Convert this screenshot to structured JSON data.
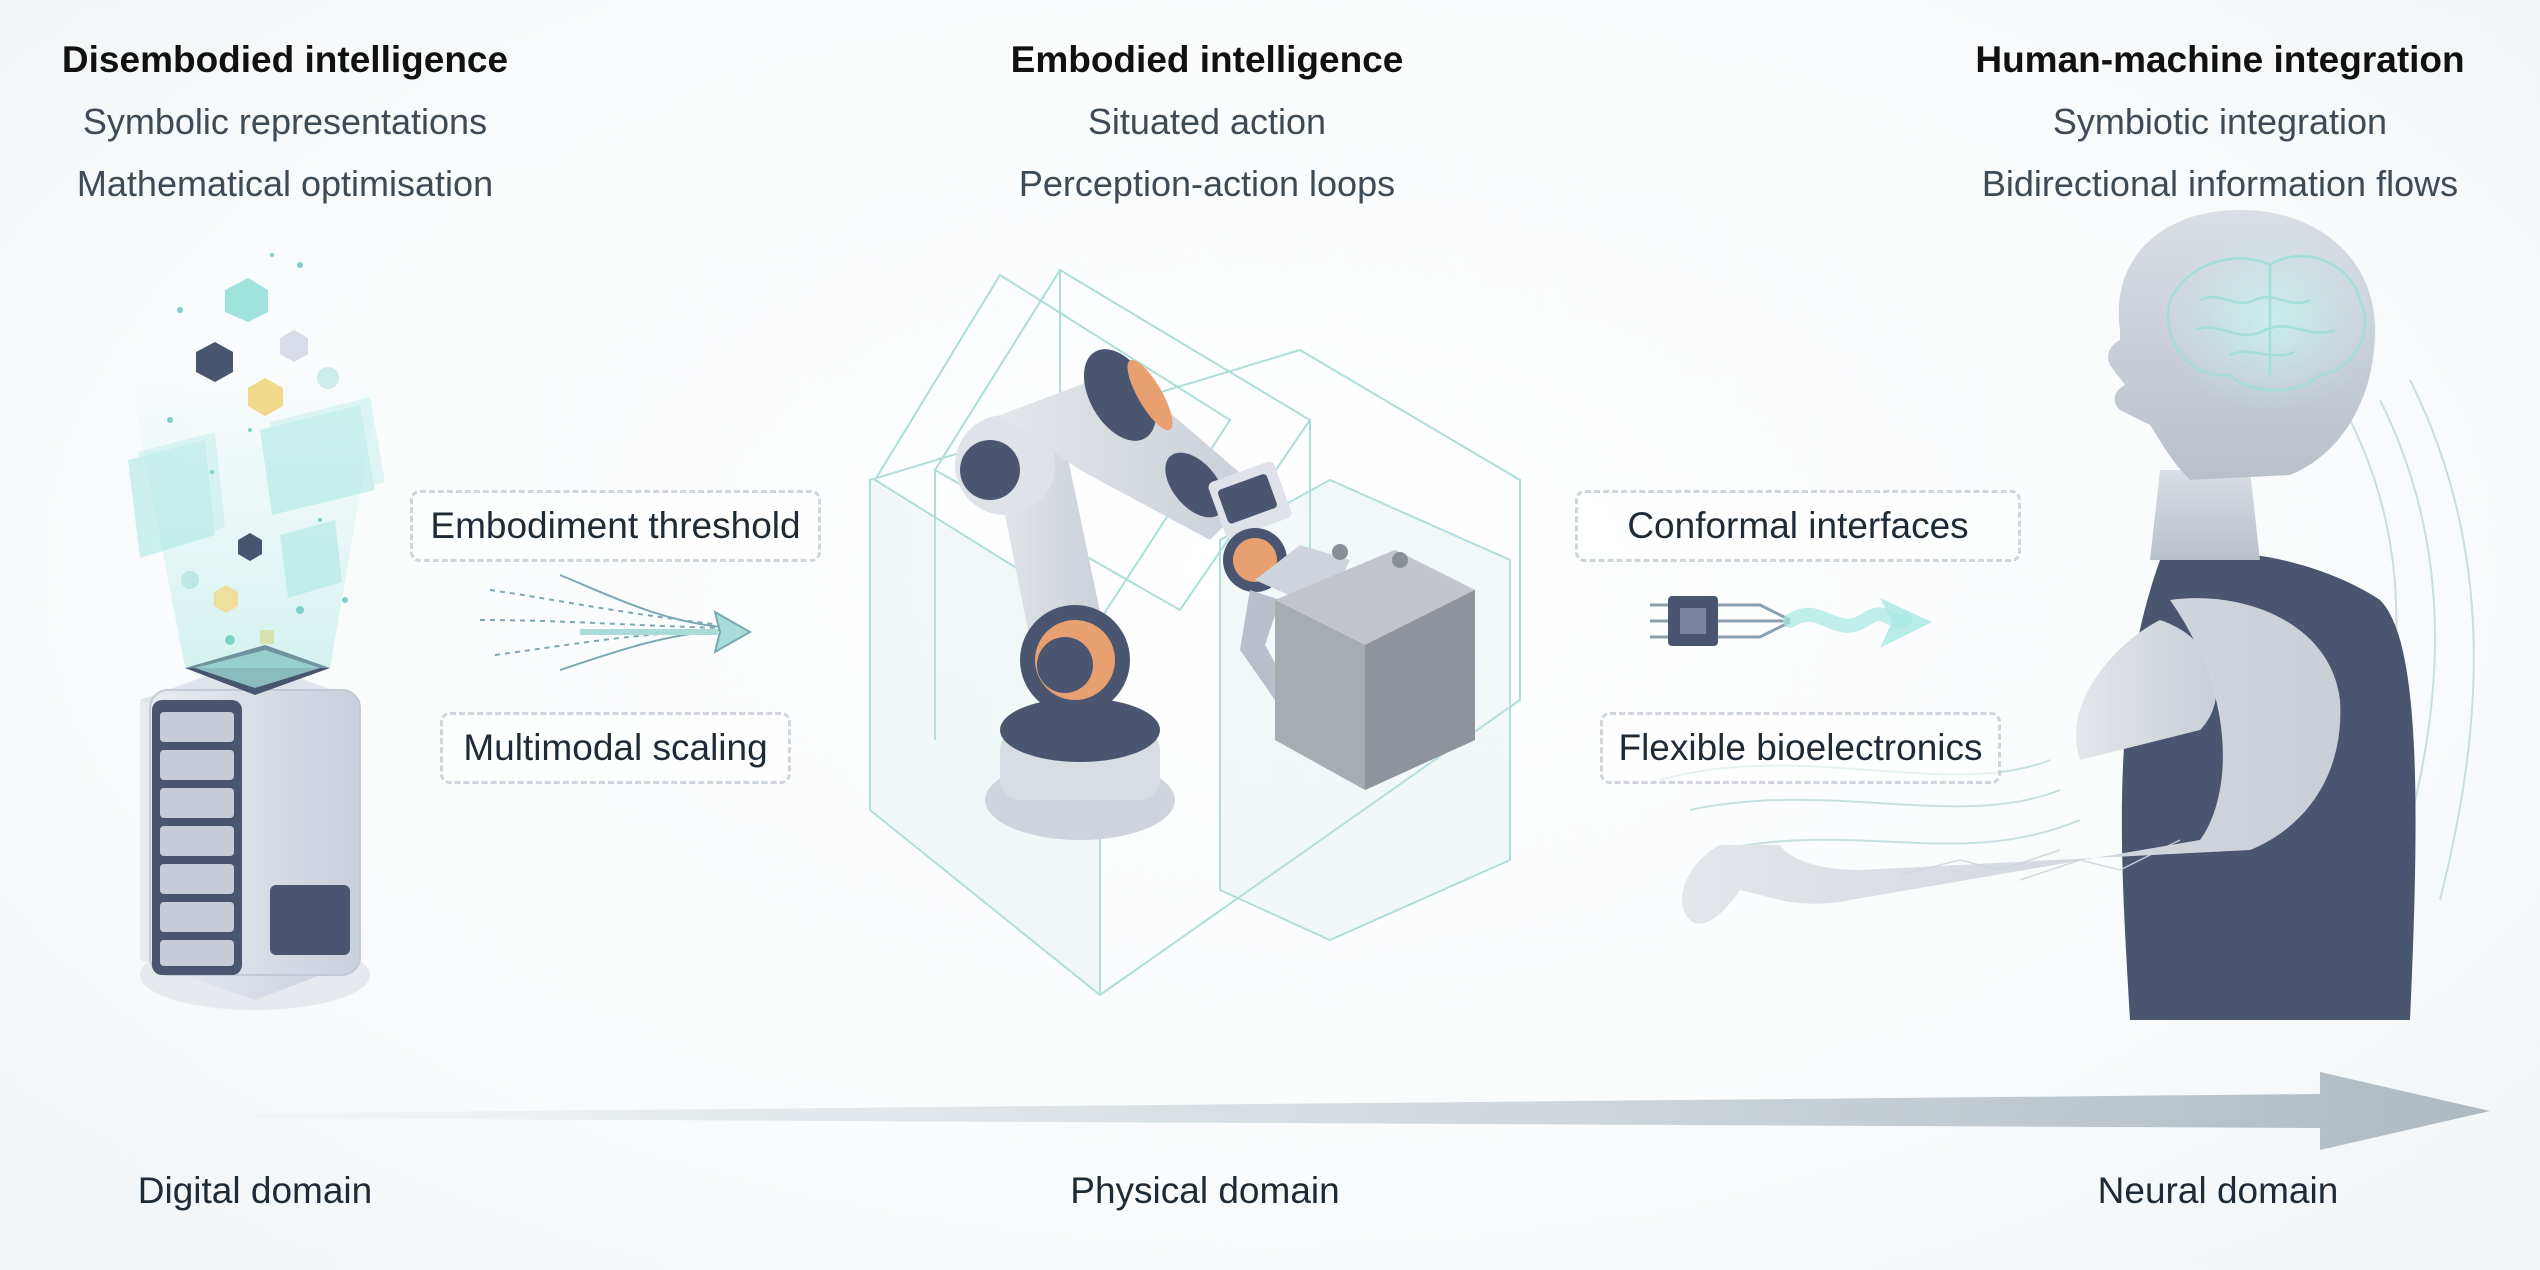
{
  "stages": [
    {
      "title": "Disembodied intelligence",
      "lines": [
        "Symbolic representations",
        "Mathematical optimisation"
      ]
    },
    {
      "title": "Embodied intelligence",
      "lines": [
        "Situated action",
        "Perception-action loops"
      ]
    },
    {
      "title": "Human-machine integration",
      "lines": [
        "Symbiotic integration",
        "Bidirectional information flows"
      ]
    }
  ],
  "transitions": [
    {
      "top": "Embodiment threshold",
      "bottom": "Multimodal scaling"
    },
    {
      "top": "Conformal interfaces",
      "bottom": "Flexible bioelectronics"
    }
  ],
  "domains": [
    "Digital domain",
    "Physical domain",
    "Neural domain"
  ],
  "colors": {
    "accent_teal": "#8fd8d2",
    "slate": "#4a5670",
    "orange": "#e8a070",
    "arrow_grey": "#b9c4cb"
  }
}
